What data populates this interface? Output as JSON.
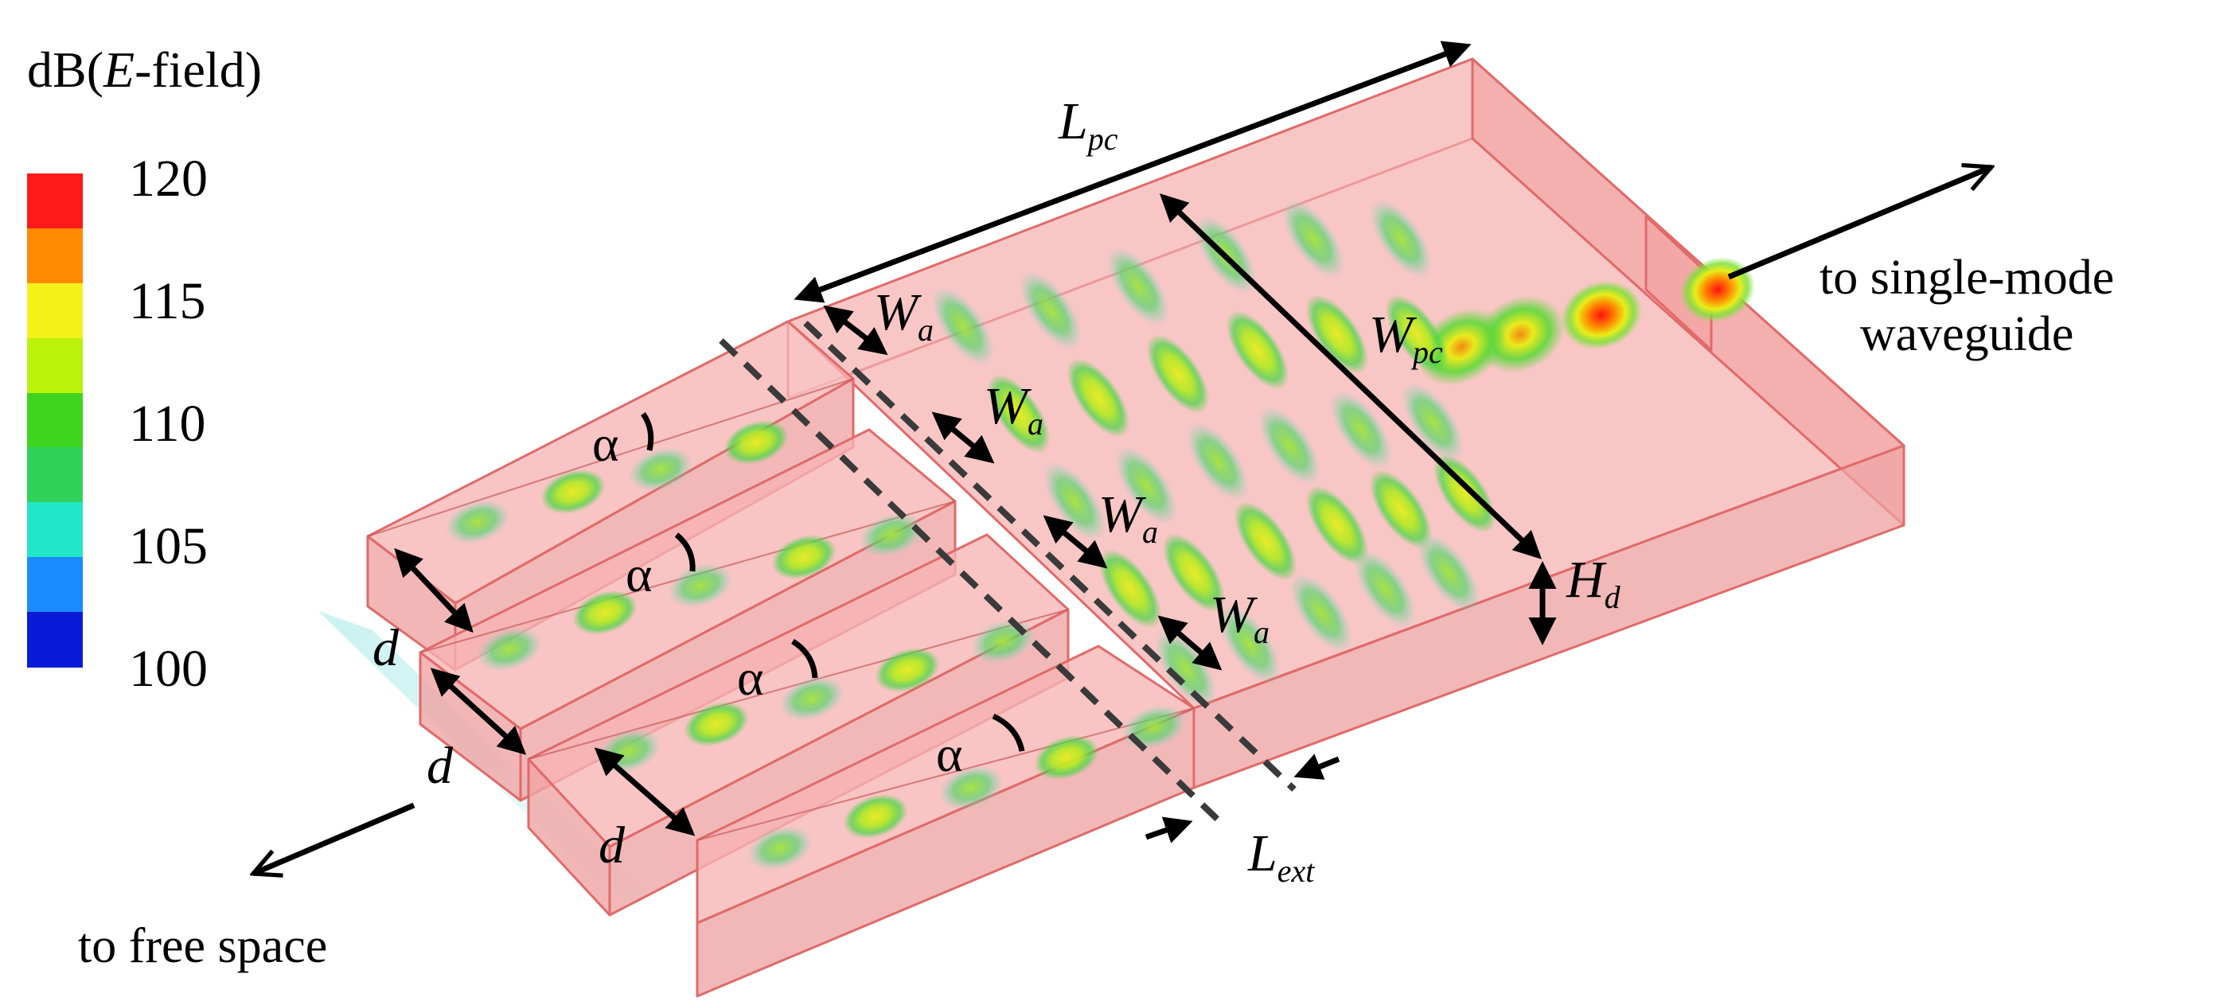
{
  "legend": {
    "title_prefix": "dB(",
    "title_var": "E",
    "title_suffix": "-field)",
    "ticks": [
      "120",
      "115",
      "110",
      "105",
      "100"
    ],
    "colors": [
      "#ff1a1a",
      "#ff8a00",
      "#f2f21a",
      "#b9f20a",
      "#3fd51e",
      "#2fd35a",
      "#22e6c8",
      "#1a8cff",
      "#0a1ad9"
    ]
  },
  "labels": {
    "Lpc": {
      "main": "L",
      "sub": "pc"
    },
    "Wpc": {
      "main": "W",
      "sub": "pc"
    },
    "Wa": {
      "main": "W",
      "sub": "a"
    },
    "Hd": {
      "main": "H",
      "sub": "d"
    },
    "Lext": {
      "main": "L",
      "sub": "ext"
    },
    "alpha": "α",
    "d": "d",
    "to_single_mode_line1": "to single-mode",
    "to_single_mode_line2": "waveguide",
    "to_free_space": "to free space"
  },
  "colors": {
    "dielectric_fill": "#f7b3b3",
    "dielectric_edge": "#e06a6a",
    "arrow": "#000000",
    "dashed_line": "#3a3a3a"
  }
}
